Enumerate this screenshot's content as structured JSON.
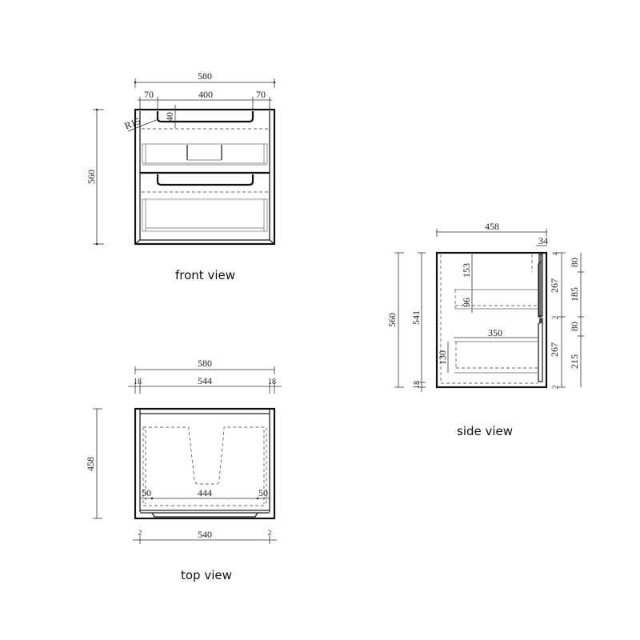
{
  "views": {
    "front": {
      "label": "front view",
      "dims": {
        "overall_width": "580",
        "left_margin": "70",
        "handle_width": "400",
        "right_margin": "70",
        "height": "560",
        "handle_depth": "40",
        "radius": "R15"
      }
    },
    "side": {
      "label": "side view",
      "dims": {
        "depth": "458",
        "door_thickness": "34",
        "overall_height": "560",
        "carcass_height": "541",
        "base": "18",
        "upper_drawer_offset": "153",
        "upper_drawer_height": "96",
        "lower_drawer_length": "350",
        "lower_drawer_height": "130",
        "top_gap": "4",
        "upper_front": "267",
        "mid_gap": "2",
        "lower_front": "267",
        "bottom_gap": "2",
        "right_a": "80",
        "right_b": "185",
        "right_c": "80",
        "right_d": "215"
      }
    },
    "top": {
      "label": "top view",
      "dims": {
        "overall_width": "580",
        "left_panel": "18",
        "inner_width": "544",
        "right_panel": "18",
        "depth": "458",
        "left_offset": "50",
        "drawer_width": "444",
        "right_offset": "50",
        "left_gap": "2",
        "front_width": "540",
        "right_gap": "2"
      }
    }
  }
}
